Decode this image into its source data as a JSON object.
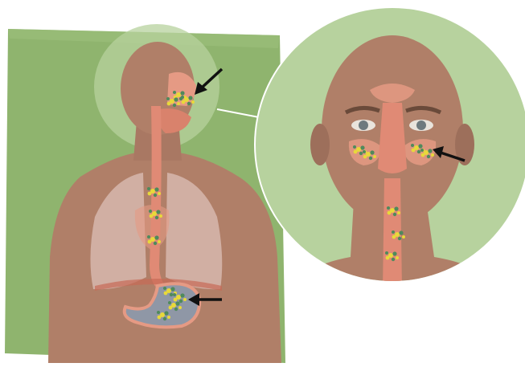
{
  "illustration": {
    "panels": [
      {
        "id": "body-panel",
        "subject": "upper-body-cross-section"
      },
      {
        "id": "face-zoom",
        "subject": "face-sinus-closeup"
      }
    ],
    "colors": {
      "background_green": "#8fb46e",
      "background_green_light": "#a9c98b",
      "zoom_circle_green": "#b7d29e",
      "skin": "#b07f68",
      "skin_shadow": "#9d6f5b",
      "tissue_pink": "#e59a84",
      "lung": "#d7b7ae",
      "stomach_gray": "#8f97a6",
      "microbe_yellow": "#e8d93a",
      "microbe_green": "#4f8a5c",
      "arrow": "#111111"
    },
    "icons": [
      "arrow-nose",
      "arrow-stomach",
      "arrow-sinus"
    ]
  }
}
